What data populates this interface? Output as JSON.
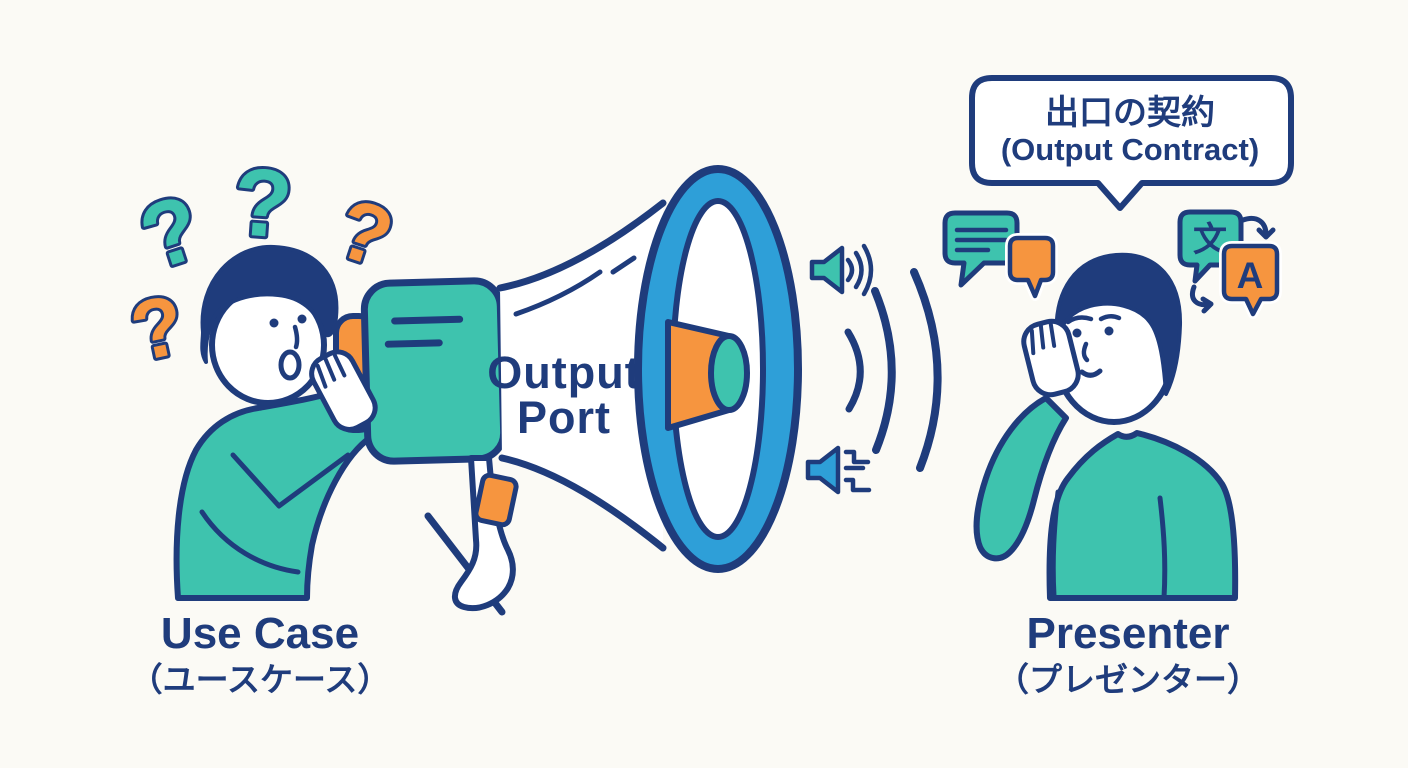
{
  "colors": {
    "navy": "#1F3C7C",
    "teal": "#3EC3AE",
    "orange": "#F6953F",
    "blue": "#2E9FD8",
    "bg": "#FBFAF5"
  },
  "speech_bubble": {
    "title_ja": "出口の契約",
    "title_en": "(Output Contract)"
  },
  "megaphone_label": {
    "line1": "Output",
    "line2": "Port"
  },
  "use_case_label": {
    "en": "Use Case",
    "ja": "（ユースケース）"
  },
  "presenter_label": {
    "en": "Presenter",
    "ja": "（プレゼンター）"
  },
  "icons": {
    "question_mark": "?",
    "translate_source_char": "文",
    "translate_target_char": "A"
  }
}
